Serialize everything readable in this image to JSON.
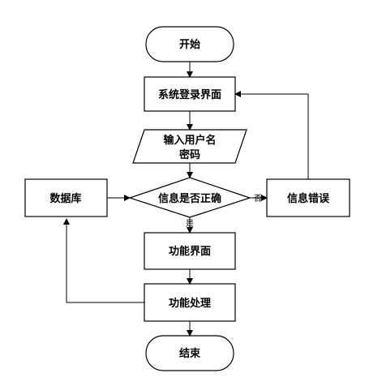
{
  "nodes": {
    "start": "开始",
    "login": "系统登录界面",
    "input_line1": "输入用户名",
    "input_line2": "密码",
    "decision": "信息是否正确",
    "error": "信息错误",
    "database": "数据库",
    "func_screen": "功能界面",
    "func_process": "功能处理",
    "end": "结束"
  },
  "edges": {
    "yes": "是",
    "no": "否"
  },
  "colors": {
    "stroke": "#000000",
    "fill": "#ffffff"
  }
}
